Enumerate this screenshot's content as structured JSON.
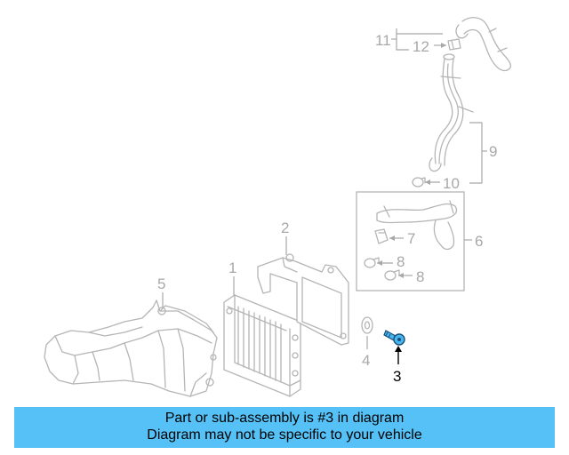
{
  "colors": {
    "banner_bg": "#55c1f6",
    "highlight_part": "#45b6f0",
    "diagram_lines": "#b5b5b5",
    "callout_text": "#a8a8a8"
  },
  "callouts": {
    "c1": "1",
    "c2": "2",
    "c3": "3",
    "c4": "4",
    "c5": "5",
    "c6": "6",
    "c7": "7",
    "c8a": "8",
    "c8b": "8",
    "c9": "9",
    "c10": "10",
    "c11": "11",
    "c12": "12"
  },
  "banner": {
    "line1": "Part or sub-assembly is #3 in diagram",
    "line2": "Diagram may not be specific to your vehicle"
  }
}
